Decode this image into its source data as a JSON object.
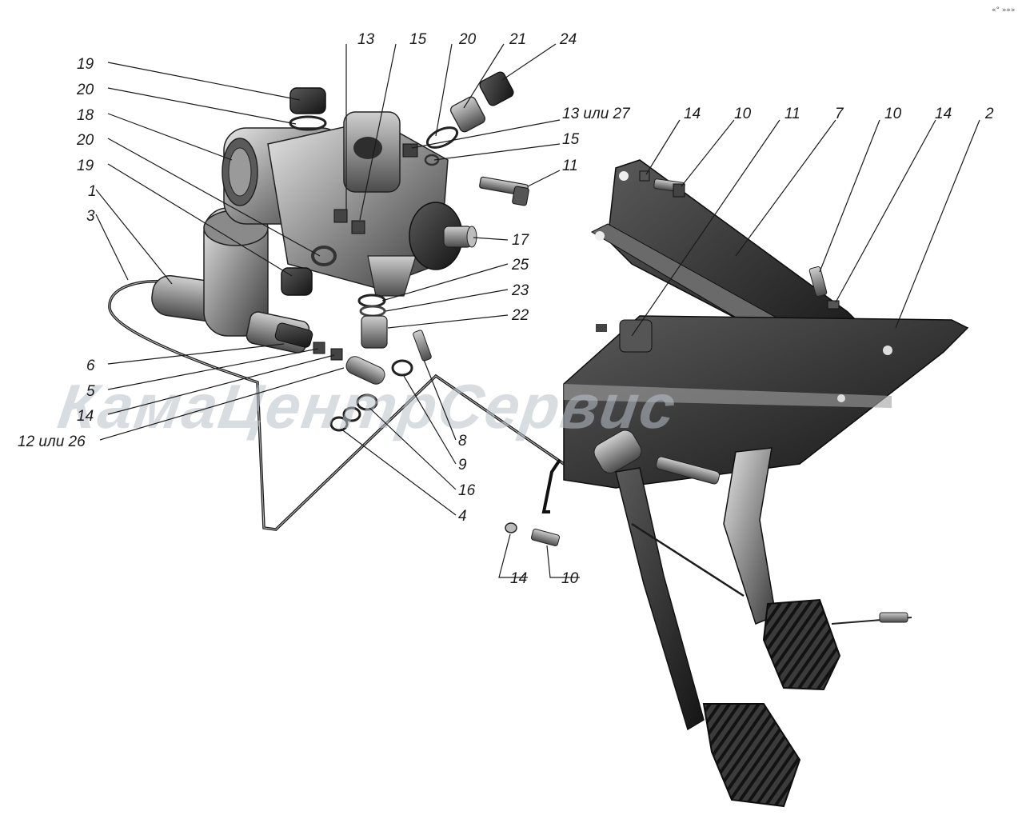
{
  "diagram": {
    "watermark": "КамаЦентрСервис",
    "corner_mark": "«° »»»",
    "callouts": [
      {
        "id": "c-19a",
        "text": "19"
      },
      {
        "id": "c-20a",
        "text": "20"
      },
      {
        "id": "c-18",
        "text": "18"
      },
      {
        "id": "c-20b",
        "text": "20"
      },
      {
        "id": "c-19b",
        "text": "19"
      },
      {
        "id": "c-1",
        "text": "1"
      },
      {
        "id": "c-3",
        "text": "3"
      },
      {
        "id": "c-6",
        "text": "6"
      },
      {
        "id": "c-5",
        "text": "5"
      },
      {
        "id": "c-14a",
        "text": "14"
      },
      {
        "id": "c-12or26",
        "text": "12 или 26"
      },
      {
        "id": "c-13a",
        "text": "13"
      },
      {
        "id": "c-15a",
        "text": "15"
      },
      {
        "id": "c-20c",
        "text": "20"
      },
      {
        "id": "c-21",
        "text": "21"
      },
      {
        "id": "c-24",
        "text": "24"
      },
      {
        "id": "c-13or27",
        "text": "13 или 27"
      },
      {
        "id": "c-15b",
        "text": "15"
      },
      {
        "id": "c-11a",
        "text": "11"
      },
      {
        "id": "c-17",
        "text": "17"
      },
      {
        "id": "c-25",
        "text": "25"
      },
      {
        "id": "c-23",
        "text": "23"
      },
      {
        "id": "c-22",
        "text": "22"
      },
      {
        "id": "c-8",
        "text": "8"
      },
      {
        "id": "c-9",
        "text": "9"
      },
      {
        "id": "c-16",
        "text": "16"
      },
      {
        "id": "c-4",
        "text": "4"
      },
      {
        "id": "c-14b",
        "text": "14"
      },
      {
        "id": "c-10a",
        "text": "10"
      },
      {
        "id": "c-11b",
        "text": "11"
      },
      {
        "id": "c-7",
        "text": "7"
      },
      {
        "id": "c-10b",
        "text": "10"
      },
      {
        "id": "c-14c",
        "text": "14"
      },
      {
        "id": "c-2",
        "text": "2"
      },
      {
        "id": "c-14d",
        "text": "14"
      },
      {
        "id": "c-10c",
        "text": "10"
      }
    ]
  }
}
